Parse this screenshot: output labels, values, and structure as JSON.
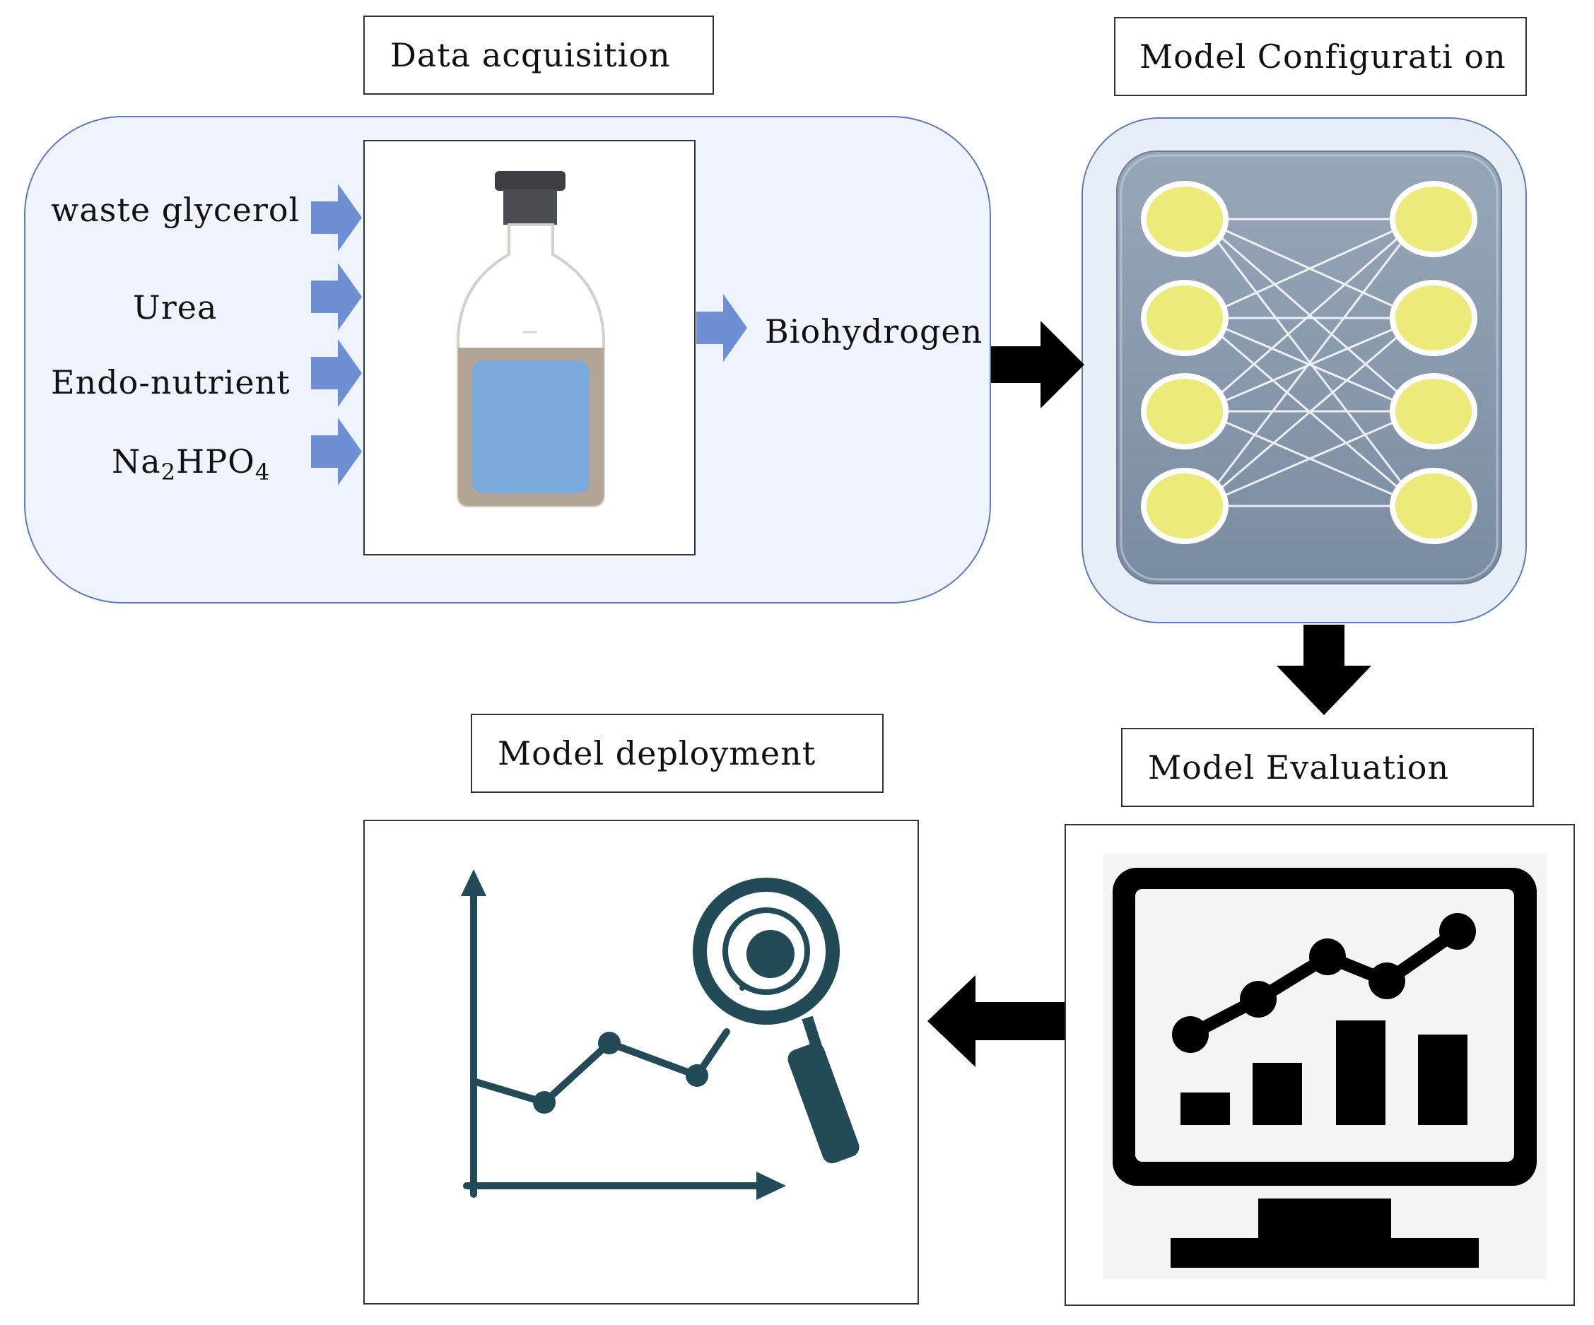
{
  "stages": {
    "data_acquisition": "Data acquisition",
    "model_configuration": "Model Configurati on",
    "model_evaluation": "Model Evaluation",
    "model_deployment": "Model deployment"
  },
  "inputs": [
    {
      "text": "waste glycerol"
    },
    {
      "text": "Urea"
    },
    {
      "text": "Endo-nutrient"
    },
    {
      "text": "Na",
      "sub1": "2",
      "mid": "HPO",
      "sub2": "4"
    }
  ],
  "output": "Biohydrogen",
  "colors": {
    "panel_border": "#5b7cb8",
    "panel_fill": "#eff3fb",
    "input_arrow": "#6e8fd3",
    "flow_arrow": "#000000",
    "nn_background": "#8596aa",
    "nn_node": "#ecea78",
    "bottle_liquid": "#7aa9dc",
    "deploy_ink": "#234a57"
  },
  "icons": {
    "bottle": "reagent-bottle-icon",
    "neural_network": "neural-network-icon",
    "evaluation": "monitor-chart-icon",
    "deployment": "magnifier-chart-icon"
  }
}
